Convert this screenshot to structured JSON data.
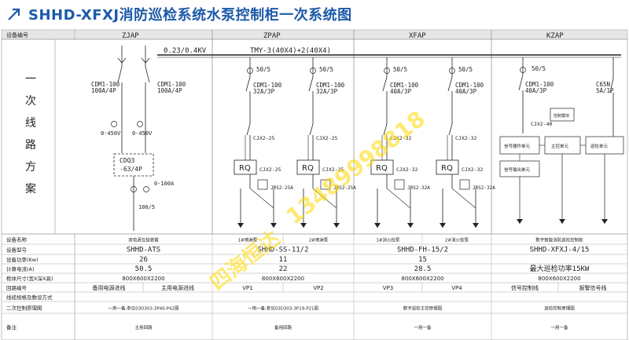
{
  "title": "SHHD-XFXJ消防巡检系统水泵控制柜一次系统图",
  "header": {
    "label": "设备编号",
    "panels": [
      "ZJAP",
      "ZPAP",
      "XFAP",
      "KZAP"
    ]
  },
  "side_label": [
    "一",
    "次",
    "线",
    "路",
    "方",
    "案"
  ],
  "bus": {
    "voltage": "0.23/0.4KV",
    "busbar": "TMY-3(40X4)+2(40X4)"
  },
  "zjap": {
    "breaker_1": [
      "CDM1-100",
      "100A/4P"
    ],
    "breaker_2": [
      "CDM1-100",
      "100A/4P"
    ],
    "voltmeter": "0-450V",
    "ats": [
      "CDQ3",
      "-63/4P"
    ],
    "ammeter": "0-100A",
    "ct": "100/5"
  },
  "circuits": [
    {
      "ct": "50/5",
      "breaker": [
        "CDM1-100",
        "32A/3P"
      ],
      "contactor": "CJX2-25",
      "rq": "RQ",
      "contactor2": "CJX2-25",
      "relay": "JRS2-25A"
    },
    {
      "ct": "50/5",
      "breaker": [
        "CDM1-100",
        "32A/3P"
      ],
      "contactor": "CJX2-25",
      "rq": "RQ",
      "contactor2": "CJX2-25",
      "relay": "JRS2-25A"
    },
    {
      "ct": "50/5",
      "breaker": [
        "CDM1-100",
        "40A/3P"
      ],
      "contactor": "CJX2-32",
      "rq": "RQ",
      "contactor2": "CJX2-32",
      "relay": "JRS2-32A"
    },
    {
      "ct": "50/5",
      "breaker": [
        "CDM1-100",
        "40A/3P"
      ],
      "contactor": "CJX2-32",
      "rq": "RQ",
      "contactor2": "CJX2-32",
      "relay": "JRS2-32A"
    }
  ],
  "kzap": {
    "ct": "50/5",
    "breaker_1": [
      "CDM1-100",
      "40A/3P"
    ],
    "breaker_2": [
      "C65N",
      "5A/1P"
    ],
    "contactor": "CJX2-40",
    "boxes": [
      "控制模块",
      "信号器件单元",
      "主控单元",
      "信号输出单元",
      "巡检单元"
    ]
  },
  "table": {
    "rows": [
      {
        "label": "设备名称",
        "cells": [
          "双电源互投装置",
          "1#喷淋泵",
          "2#喷淋泵",
          "1#消火栓泵",
          "2#消火栓泵",
          "数字智能消防巡检控制柜"
        ]
      },
      {
        "label": "设备型号",
        "cells": [
          "SHHD-ATS",
          "SHHD-SS-11/2",
          "SHHD-FH-15/2",
          "SHHD-XFXJ-4/15"
        ]
      },
      {
        "label": "设备功率(Kw)",
        "cells": [
          "26",
          "11",
          "15",
          ""
        ]
      },
      {
        "label": "计算电流(A)",
        "cells": [
          "50.5",
          "22",
          "28.5",
          "最大巡检功率15KW"
        ]
      },
      {
        "label": "柜体尺寸(宽X深X高)",
        "cells": [
          "800X600X2200",
          "800X600X2200",
          "800X600X2200",
          "800X600X2200"
        ]
      },
      {
        "label": "回路编号",
        "cells": [
          "备用电源进线",
          "主用电源进线",
          "VP1",
          "VP2",
          "VP3",
          "VP4",
          "信号控制线",
          "报警信号线"
        ]
      },
      {
        "label": "线缆规格及敷设方式",
        "cells": []
      },
      {
        "label": "二次控制原理图",
        "cells": [
          "一用一备,参见03D303-3P40-P42图",
          "一用一备,参见03D303-3P19-P21图",
          "数字巡检主控原理图",
          "巡检控制原理图"
        ]
      },
      {
        "label": "备注",
        "cells": [
          "主用回路",
          "备用回路",
          "一用一备",
          "一用一备"
        ]
      }
    ]
  },
  "watermark": {
    "phone": "13489998818",
    "company": "四海恒达"
  }
}
